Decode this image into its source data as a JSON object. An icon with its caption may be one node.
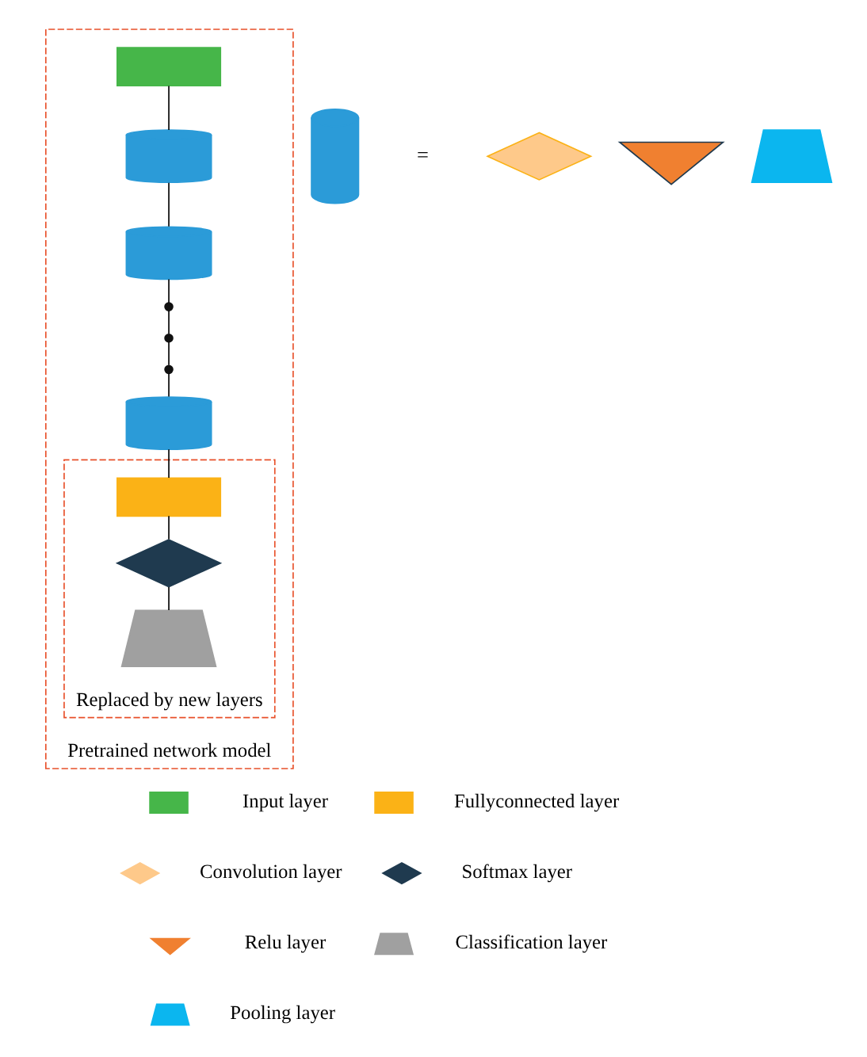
{
  "diagram": {
    "nodes": [
      {
        "text": [
          "Pretrained network model"
        ]
      },
      {
        "text": [],
        "shape": "box",
        "in": 0
      },
      {
        "text": [],
        "shape": "cylinder",
        "in": 0
      },
      {
        "text": [],
        "shape": "cylinder",
        "in": 0
      },
      {
        "text": [],
        "shape": "circle",
        "in": 0
      },
      {
        "text": [],
        "shape": "circle",
        "in": 0
      },
      {
        "text": [],
        "shape": "circle",
        "in": 0
      },
      {
        "text": [],
        "shape": "cylinder",
        "in": 0
      },
      {
        "text": [
          "Replaced by new layers"
        ],
        "in": 0
      },
      {
        "text": [],
        "shape": "box",
        "in": 8
      },
      {
        "text": [],
        "shape": "diamond",
        "in": 8
      },
      {
        "text": [],
        "shape": "trapezoid",
        "in": 8
      },
      {
        "text": [],
        "shape": "cylinder"
      },
      {
        "text": [],
        "shape": "diamond"
      },
      {
        "text": [],
        "shape": "triangle"
      },
      {
        "text": [],
        "shape": "trapezoid"
      }
    ],
    "edges": [
      {
        "from": 1,
        "to": 2,
        "arrow": "none"
      },
      {
        "from": 2,
        "to": 3,
        "arrow": "none"
      },
      {
        "from": 3,
        "to": 4,
        "arrow": "none"
      },
      {
        "from": 4,
        "to": 5,
        "arrow": "none"
      },
      {
        "from": 5,
        "to": 6,
        "arrow": "none"
      },
      {
        "from": 6,
        "to": 7,
        "arrow": "none"
      },
      {
        "from": 7,
        "to": 9,
        "arrow": "none"
      },
      {
        "from": 9,
        "to": 10,
        "arrow": "none"
      },
      {
        "from": 10,
        "to": 11,
        "arrow": "none"
      }
    ],
    "labels": [
      "="
    ],
    "legend": [
      {
        "text": "Input layer",
        "color": "#46b649"
      },
      {
        "text": "Fullyconnected layer",
        "color": "#fbb216"
      },
      {
        "text": "Convolution layer"
      },
      {
        "text": "Softmax layer"
      },
      {
        "text": "Relu layer"
      },
      {
        "text": "Classification layer"
      },
      {
        "text": "Pooling layer"
      }
    ]
  }
}
